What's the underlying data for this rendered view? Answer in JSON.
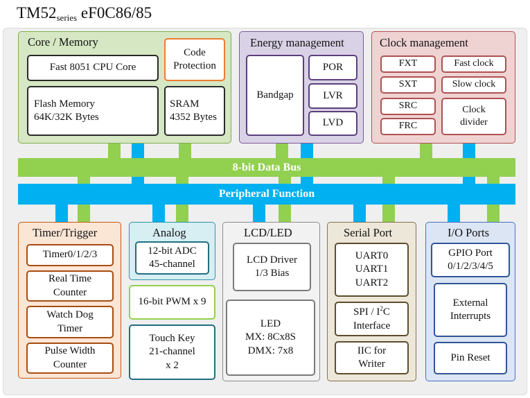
{
  "title": {
    "main": "TM52",
    "sub": "series",
    "rest": " eF0C86/85"
  },
  "colors": {
    "green": "#92d050",
    "blue": "#00b0f0",
    "core_bg": "#d6e7c3",
    "core_border": "#7fae4f",
    "energy_bg": "#d9d2e6",
    "energy_border": "#7a5b98",
    "clock_bg": "#efd3d3",
    "clock_border": "#b05050",
    "timer_bg": "#fbe5d5",
    "timer_border": "#c55a11",
    "analog_bg": "#d7eef3",
    "analog_border": "#2e94a8",
    "lcd_bg": "#f2f2f2",
    "lcd_border": "#8c8c8c",
    "serial_bg": "#ece7d8",
    "serial_border": "#847149",
    "io_bg": "#dbe5f3",
    "io_border": "#4472c4",
    "code_border": "#ed7d31"
  },
  "core": {
    "label": "Core / Memory",
    "cpu": "Fast 8051 CPU Core",
    "code_protection": [
      "Code",
      "Protection"
    ],
    "flash": [
      "Flash Memory",
      "64K/32K Bytes"
    ],
    "sram": [
      "SRAM",
      "4352 Bytes"
    ]
  },
  "energy": {
    "label": "Energy management",
    "bandgap": "Bandgap",
    "por": "POR",
    "lvr": "LVR",
    "lvd": "LVD"
  },
  "clock": {
    "label": "Clock management",
    "fxt": "FXT",
    "fast_clock": "Fast clock",
    "sxt": "SXT",
    "slow_clock": "Slow clock",
    "src": "SRC",
    "frc": "FRC",
    "divider": [
      "Clock",
      "divider"
    ]
  },
  "bus": {
    "data_bus": "8-bit Data Bus",
    "peripheral": "Peripheral Function"
  },
  "timer": {
    "label": "Timer/Trigger",
    "timers": "Timer0/1/2/3",
    "rtc": [
      "Real Time",
      "Counter"
    ],
    "wdt": [
      "Watch Dog",
      "Timer"
    ],
    "pwc": [
      "Pulse Width",
      "Counter"
    ]
  },
  "analog": {
    "label": "Analog",
    "adc": [
      "12-bit ADC",
      "45-channel"
    ],
    "pwm": "16-bit PWM x 9",
    "touch": [
      "Touch Key",
      "21-channel",
      "x 2"
    ]
  },
  "lcd": {
    "label": "LCD/LED",
    "driver": [
      "LCD Driver",
      "1/3 Bias"
    ],
    "led": [
      "LED",
      "MX: 8Cx8S",
      "DMX: 7x8"
    ]
  },
  "serial": {
    "label": "Serial Port",
    "uarts": [
      "UART0",
      "UART1",
      "UART2"
    ],
    "spi_pre": "SPI / I",
    "spi_sup": "2",
    "spi_post": "C",
    "spi_line2": "Interface",
    "iic": [
      "IIC for",
      "Writer"
    ]
  },
  "io": {
    "label": "I/O Ports",
    "gpio": [
      "GPIO Port",
      "0/1/2/3/4/5"
    ],
    "ext_int": [
      "External",
      "Interrupts"
    ],
    "pin_reset": "Pin Reset"
  }
}
